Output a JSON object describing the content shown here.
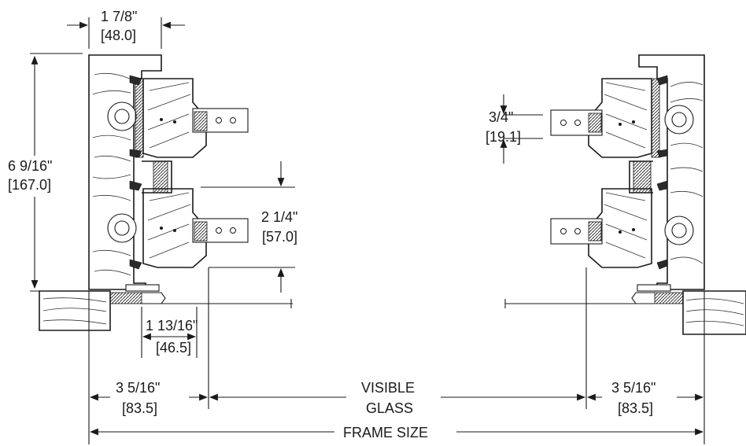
{
  "dimensions": {
    "frame_depth": {
      "imperial": "1 7/8\"",
      "metric": "[48.0]"
    },
    "height": {
      "imperial": "6 9/16\"",
      "metric": "[167.0]"
    },
    "glass_offset": {
      "imperial": "3/4\"",
      "metric": "[19.1]"
    },
    "lite_spacing": {
      "imperial": "2 1/4\"",
      "metric": "[57.0]"
    },
    "sill_depth": {
      "imperial": "1 13/16\"",
      "metric": "[46.5]"
    },
    "left_jamb": {
      "imperial": "3 5/16\"",
      "metric": "[83.5]"
    },
    "visible_glass": {
      "line1": "VISIBLE",
      "line2": "GLASS"
    },
    "right_jamb": {
      "imperial": "3 5/16\"",
      "metric": "[83.5]"
    },
    "frame_size": "FRAME SIZE"
  }
}
